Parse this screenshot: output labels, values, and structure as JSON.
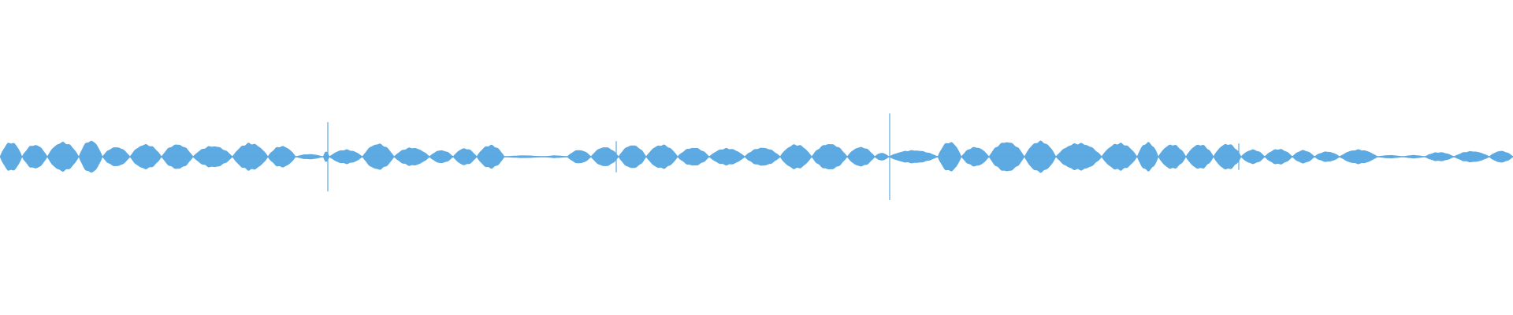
{
  "waveform": {
    "color": "#5DA9E1",
    "background": "#FFFFFF",
    "segments": [
      [
        0,
        28,
        0.45
      ],
      [
        28,
        60,
        0.37
      ],
      [
        60,
        100,
        0.45
      ],
      [
        100,
        130,
        0.5
      ],
      [
        130,
        165,
        0.3
      ],
      [
        165,
        205,
        0.38
      ],
      [
        205,
        245,
        0.38
      ],
      [
        245,
        295,
        0.33
      ],
      [
        295,
        340,
        0.42
      ],
      [
        340,
        375,
        0.33
      ],
      [
        375,
        410,
        0.08
      ],
      [
        410,
        418,
        0.16
      ],
      [
        418,
        460,
        0.22
      ],
      [
        460,
        500,
        0.4
      ],
      [
        500,
        545,
        0.28
      ],
      [
        545,
        575,
        0.2
      ],
      [
        575,
        605,
        0.26
      ],
      [
        605,
        640,
        0.36
      ],
      [
        640,
        690,
        0.04
      ],
      [
        690,
        720,
        0.04
      ],
      [
        720,
        750,
        0.21
      ],
      [
        750,
        785,
        0.3
      ],
      [
        785,
        820,
        0.36
      ],
      [
        820,
        860,
        0.37
      ],
      [
        860,
        900,
        0.28
      ],
      [
        900,
        945,
        0.26
      ],
      [
        945,
        990,
        0.28
      ],
      [
        990,
        1030,
        0.38
      ],
      [
        1030,
        1075,
        0.4
      ],
      [
        1075,
        1110,
        0.3
      ],
      [
        1110,
        1128,
        0.12
      ],
      [
        1128,
        1190,
        0.2
      ],
      [
        1190,
        1220,
        0.46
      ],
      [
        1220,
        1255,
        0.3
      ],
      [
        1255,
        1300,
        0.46
      ],
      [
        1300,
        1340,
        0.48
      ],
      [
        1340,
        1398,
        0.42
      ],
      [
        1398,
        1443,
        0.42
      ],
      [
        1443,
        1470,
        0.44
      ],
      [
        1470,
        1505,
        0.38
      ],
      [
        1505,
        1540,
        0.38
      ],
      [
        1540,
        1575,
        0.4
      ],
      [
        1575,
        1605,
        0.22
      ],
      [
        1605,
        1640,
        0.24
      ],
      [
        1640,
        1668,
        0.2
      ],
      [
        1668,
        1700,
        0.16
      ],
      [
        1700,
        1748,
        0.22
      ],
      [
        1748,
        1780,
        0.05
      ],
      [
        1780,
        1808,
        0.05
      ],
      [
        1808,
        1845,
        0.14
      ],
      [
        1845,
        1890,
        0.17
      ],
      [
        1890,
        1920,
        0.18
      ]
    ],
    "spikes": [
      {
        "t": 416,
        "amp": 1.0
      },
      {
        "t": 782,
        "amp": 0.45
      },
      {
        "t": 1129,
        "amp": 1.25
      },
      {
        "t": 1572,
        "amp": 0.38
      }
    ]
  }
}
